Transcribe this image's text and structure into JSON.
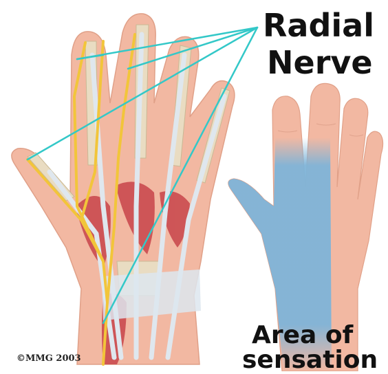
{
  "title": {
    "line1": "Radial",
    "line2": "Nerve"
  },
  "sensation_label": {
    "line1": "Area of",
    "line2": "sensation"
  },
  "copyright": "©MMG 2003",
  "colors": {
    "nerve": "#f2c53a",
    "leader_line": "#33c8c8",
    "sensation_area": "#7fb4d8",
    "skin": "#f2b8a2",
    "tendon": "#dfe7ee",
    "muscle": "#c8444a",
    "bone": "#e9dcc2"
  }
}
